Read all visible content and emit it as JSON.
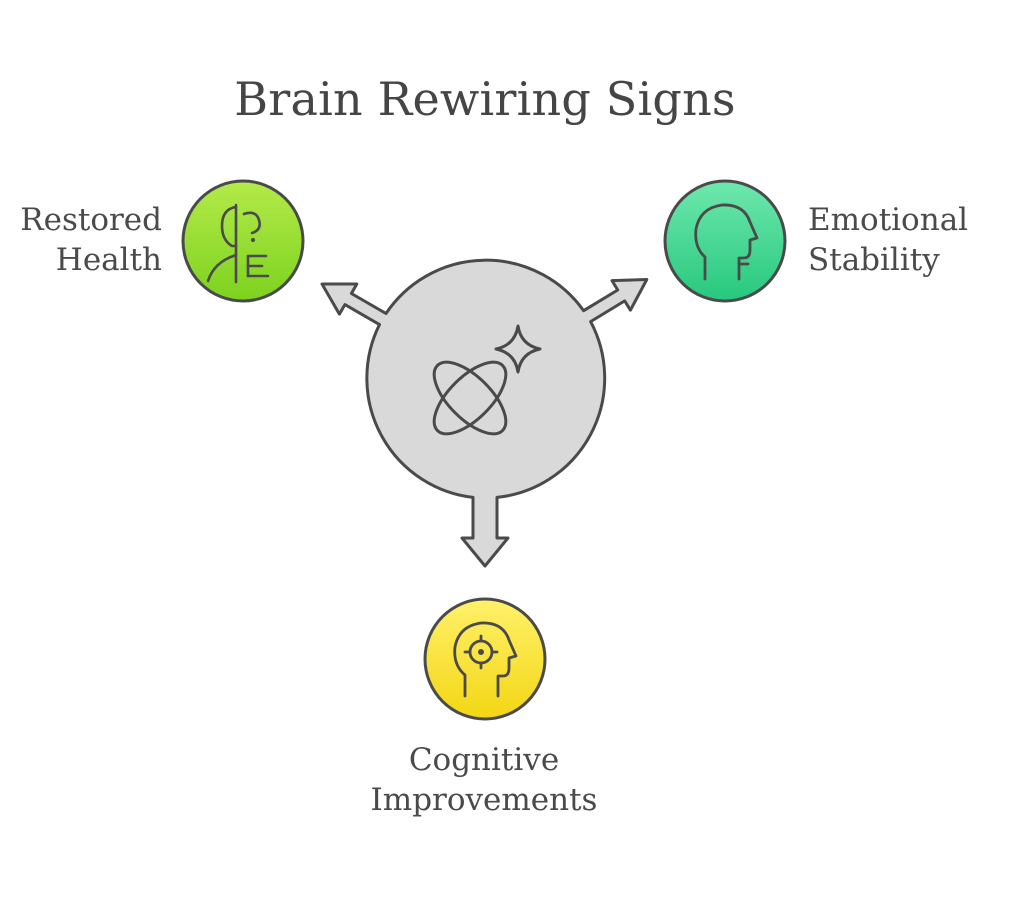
{
  "title": "Brain Rewiring Signs",
  "nodes": [
    {
      "id": "restored-health",
      "line1": "Restored",
      "line2": "Health",
      "color_top": "#b4ea4a",
      "color_bottom": "#7dd21e",
      "icon": "body-scan-icon"
    },
    {
      "id": "emotional-stability",
      "line1": "Emotional",
      "line2": "Stability",
      "color_top": "#6ee8ad",
      "color_bottom": "#27c87e",
      "icon": "head-profile-icon"
    },
    {
      "id": "cognitive-improvements",
      "line1": "Cognitive",
      "line2": "Improvements",
      "color_top": "#fff16a",
      "color_bottom": "#f3d614",
      "icon": "focus-head-icon"
    }
  ],
  "center": {
    "icon": "atom-sparkle-icon",
    "color": "#d9d9d9"
  },
  "stroke_color": "#4a4a4a"
}
